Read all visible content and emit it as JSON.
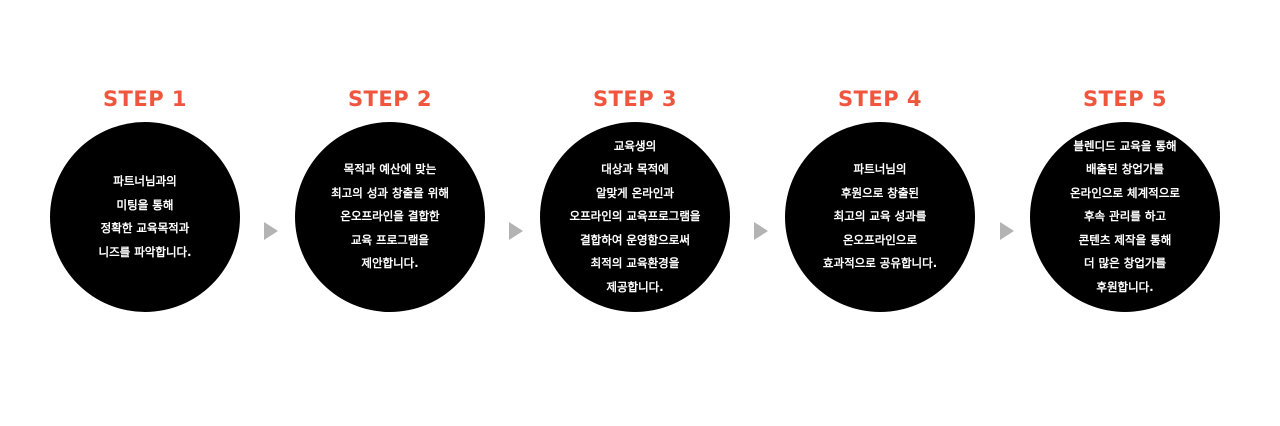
{
  "steps": [
    {
      "label": "STEP 1",
      "lines": [
        "파트너님과의",
        "미팅을 통해",
        "정확한 교육목적과",
        "니즈를 파악합니다."
      ]
    },
    {
      "label": "STEP 2",
      "lines": [
        "목적과 예산에 맞는",
        "최고의 성과 창출을 위해",
        "온오프라인을 결합한",
        "교육 프로그램을",
        "제안합니다."
      ]
    },
    {
      "label": "STEP 3",
      "lines": [
        "교육생의",
        "대상과 목적에",
        "알맞게 온라인과",
        "오프라인의 교육프로그램을",
        "결합하여 운영함으로써",
        "최적의 교육환경을",
        "제공합니다."
      ]
    },
    {
      "label": "STEP 4",
      "lines": [
        "파트너님의",
        "후원으로 창출된",
        "최고의 교육 성과를",
        "온오프라인으로",
        "효과적으로 공유합니다."
      ]
    },
    {
      "label": "STEP 5",
      "lines": [
        "블렌디드 교육을 통해",
        "배출된 창업가를",
        "온라인으로 체계적으로",
        "후속 관리를 하고",
        "콘텐츠 제작을 통해",
        "더 많은 창업가를",
        "후원합니다."
      ]
    }
  ],
  "colors": {
    "accent": "#f0563e",
    "circle": "#000000",
    "arrow": "#b3b3b3"
  },
  "icons": {
    "arrow": "triangle-right-icon"
  }
}
